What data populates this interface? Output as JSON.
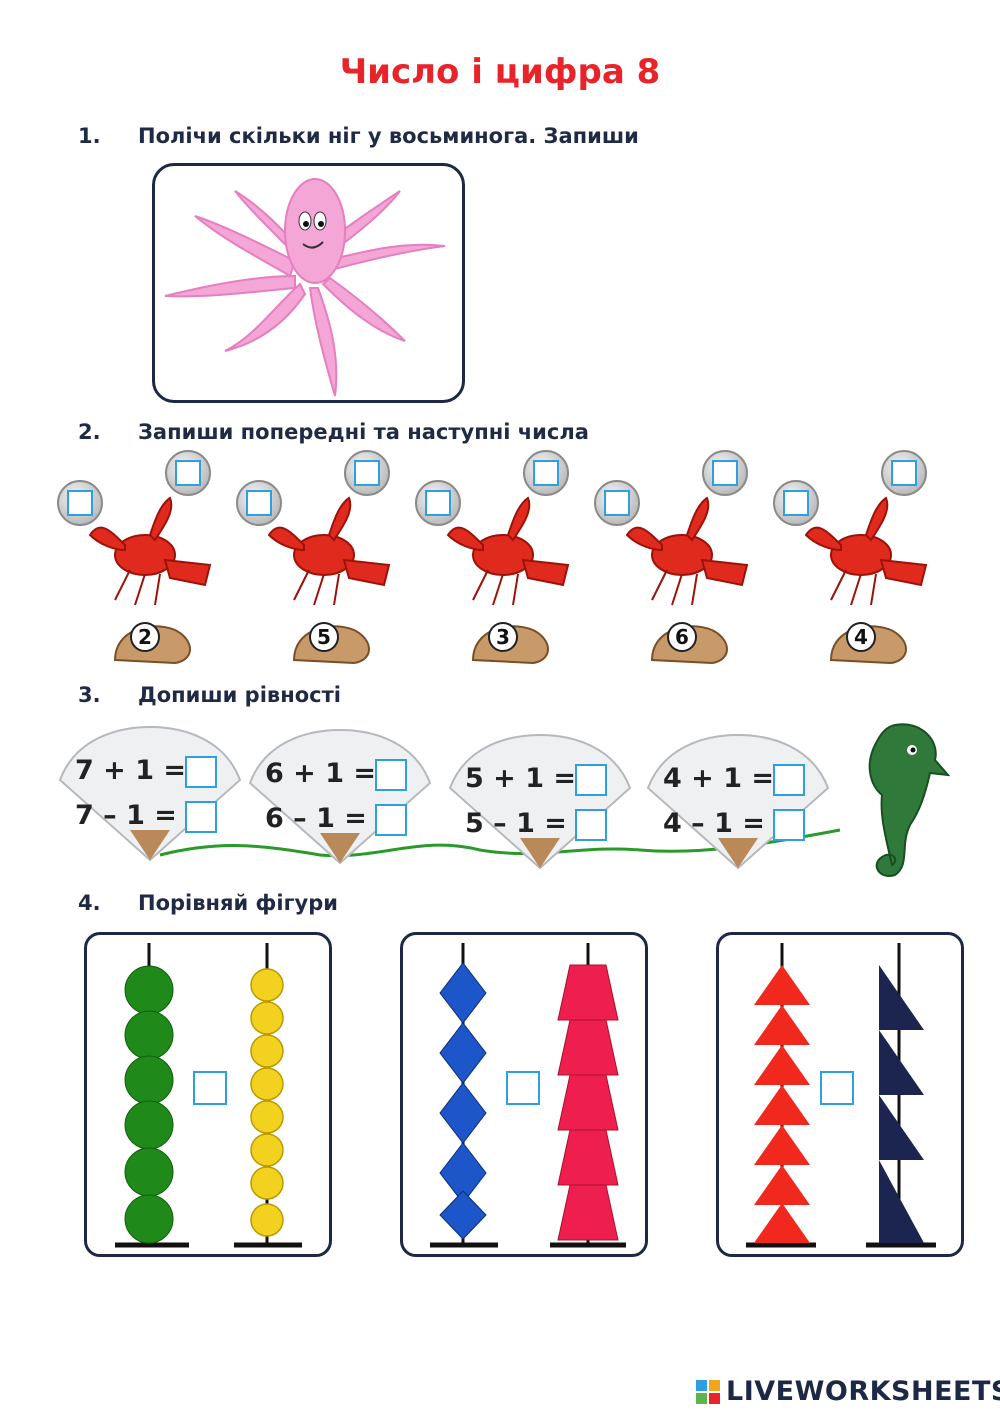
{
  "title": "Число і цифра 8",
  "tasks": [
    {
      "number": "1.",
      "text": "Полічи скільки ніг у восьминога. Запиши"
    },
    {
      "number": "2.",
      "text": "Запиши попередні та наступні числа"
    },
    {
      "number": "3.",
      "text": "Допиши рівності"
    },
    {
      "number": "4.",
      "text": "Порівняй фігури"
    }
  ],
  "shell_numbers": [
    "2",
    "5",
    "3",
    "6",
    "4"
  ],
  "equations": [
    {
      "plus": "7 + 1 =",
      "minus": "7 – 1 ="
    },
    {
      "plus": "6 + 1 =",
      "minus": "6 – 1 ="
    },
    {
      "plus": "5 + 1 =",
      "minus": "5 – 1 ="
    },
    {
      "plus": "4 + 1 =",
      "minus": "4 – 1 ="
    }
  ],
  "colors": {
    "title": "#e8242a",
    "octopus": "#f4a6d6",
    "crayfish": "#e02a1e",
    "green_circle": "#1f8a1a",
    "yellow_circle": "#f2d21e",
    "blue_rhombus": "#1d56c8",
    "pink_trapezoid": "#ee1f4f",
    "red_triangle": "#f0281e",
    "navy_triangle": "#1c2450",
    "answer_box": "#2e9fe0"
  },
  "logo": "LIVEWORKSHEETS"
}
